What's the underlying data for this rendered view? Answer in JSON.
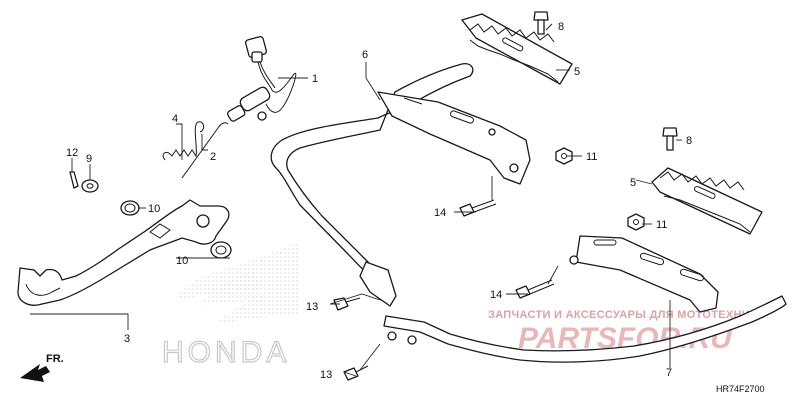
{
  "callouts": [
    {
      "id": "c1",
      "label": "1"
    },
    {
      "id": "c2",
      "label": "2"
    },
    {
      "id": "c3",
      "label": "3"
    },
    {
      "id": "c4",
      "label": "4"
    },
    {
      "id": "c5a",
      "label": "5"
    },
    {
      "id": "c5b",
      "label": "5"
    },
    {
      "id": "c6",
      "label": "6"
    },
    {
      "id": "c7",
      "label": "7"
    },
    {
      "id": "c8a",
      "label": "8"
    },
    {
      "id": "c8b",
      "label": "8"
    },
    {
      "id": "c9",
      "label": "9"
    },
    {
      "id": "c10a",
      "label": "10"
    },
    {
      "id": "c10b",
      "label": "10"
    },
    {
      "id": "c11a",
      "label": "11"
    },
    {
      "id": "c11b",
      "label": "11"
    },
    {
      "id": "c12",
      "label": "12"
    },
    {
      "id": "c13a",
      "label": "13"
    },
    {
      "id": "c13b",
      "label": "13"
    },
    {
      "id": "c14a",
      "label": "14"
    },
    {
      "id": "c14b",
      "label": "14"
    }
  ],
  "direction_label": "FR.",
  "diagram_code": "HR74F2700",
  "brand_text": "HONDA",
  "watermark": {
    "tagline": "ЗАПЧАСТИ И АКСЕССУАРЫ ДЛЯ МОТОТЕХНИКИ",
    "site": "PARTSFOR.RU"
  },
  "colors": {
    "line": "#1a1a1a",
    "watermark": "#e8b7b7",
    "brand_outline": "#c8c8c8"
  }
}
